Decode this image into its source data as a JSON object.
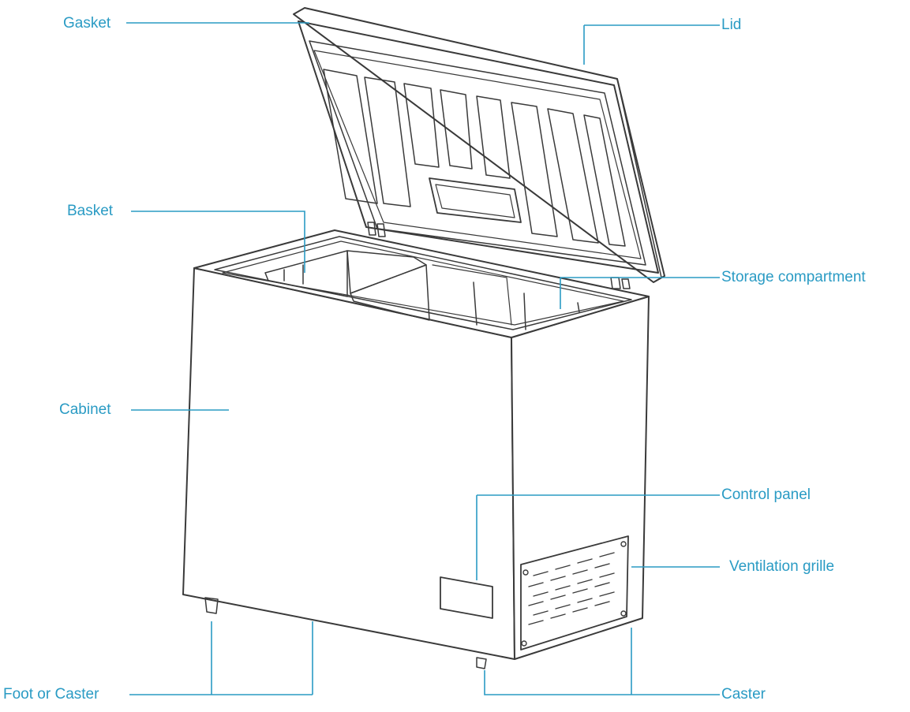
{
  "accent_color": "#2a9bc4",
  "outline_color": "#3a3a3a",
  "labels": {
    "gasket": "Gasket",
    "lid": "Lid",
    "basket": "Basket",
    "storage": "Storage compartment",
    "cabinet": "Cabinet",
    "control": "Control panel",
    "grille": "Ventilation grille",
    "foot": "Foot or Caster",
    "caster": "Caster"
  }
}
